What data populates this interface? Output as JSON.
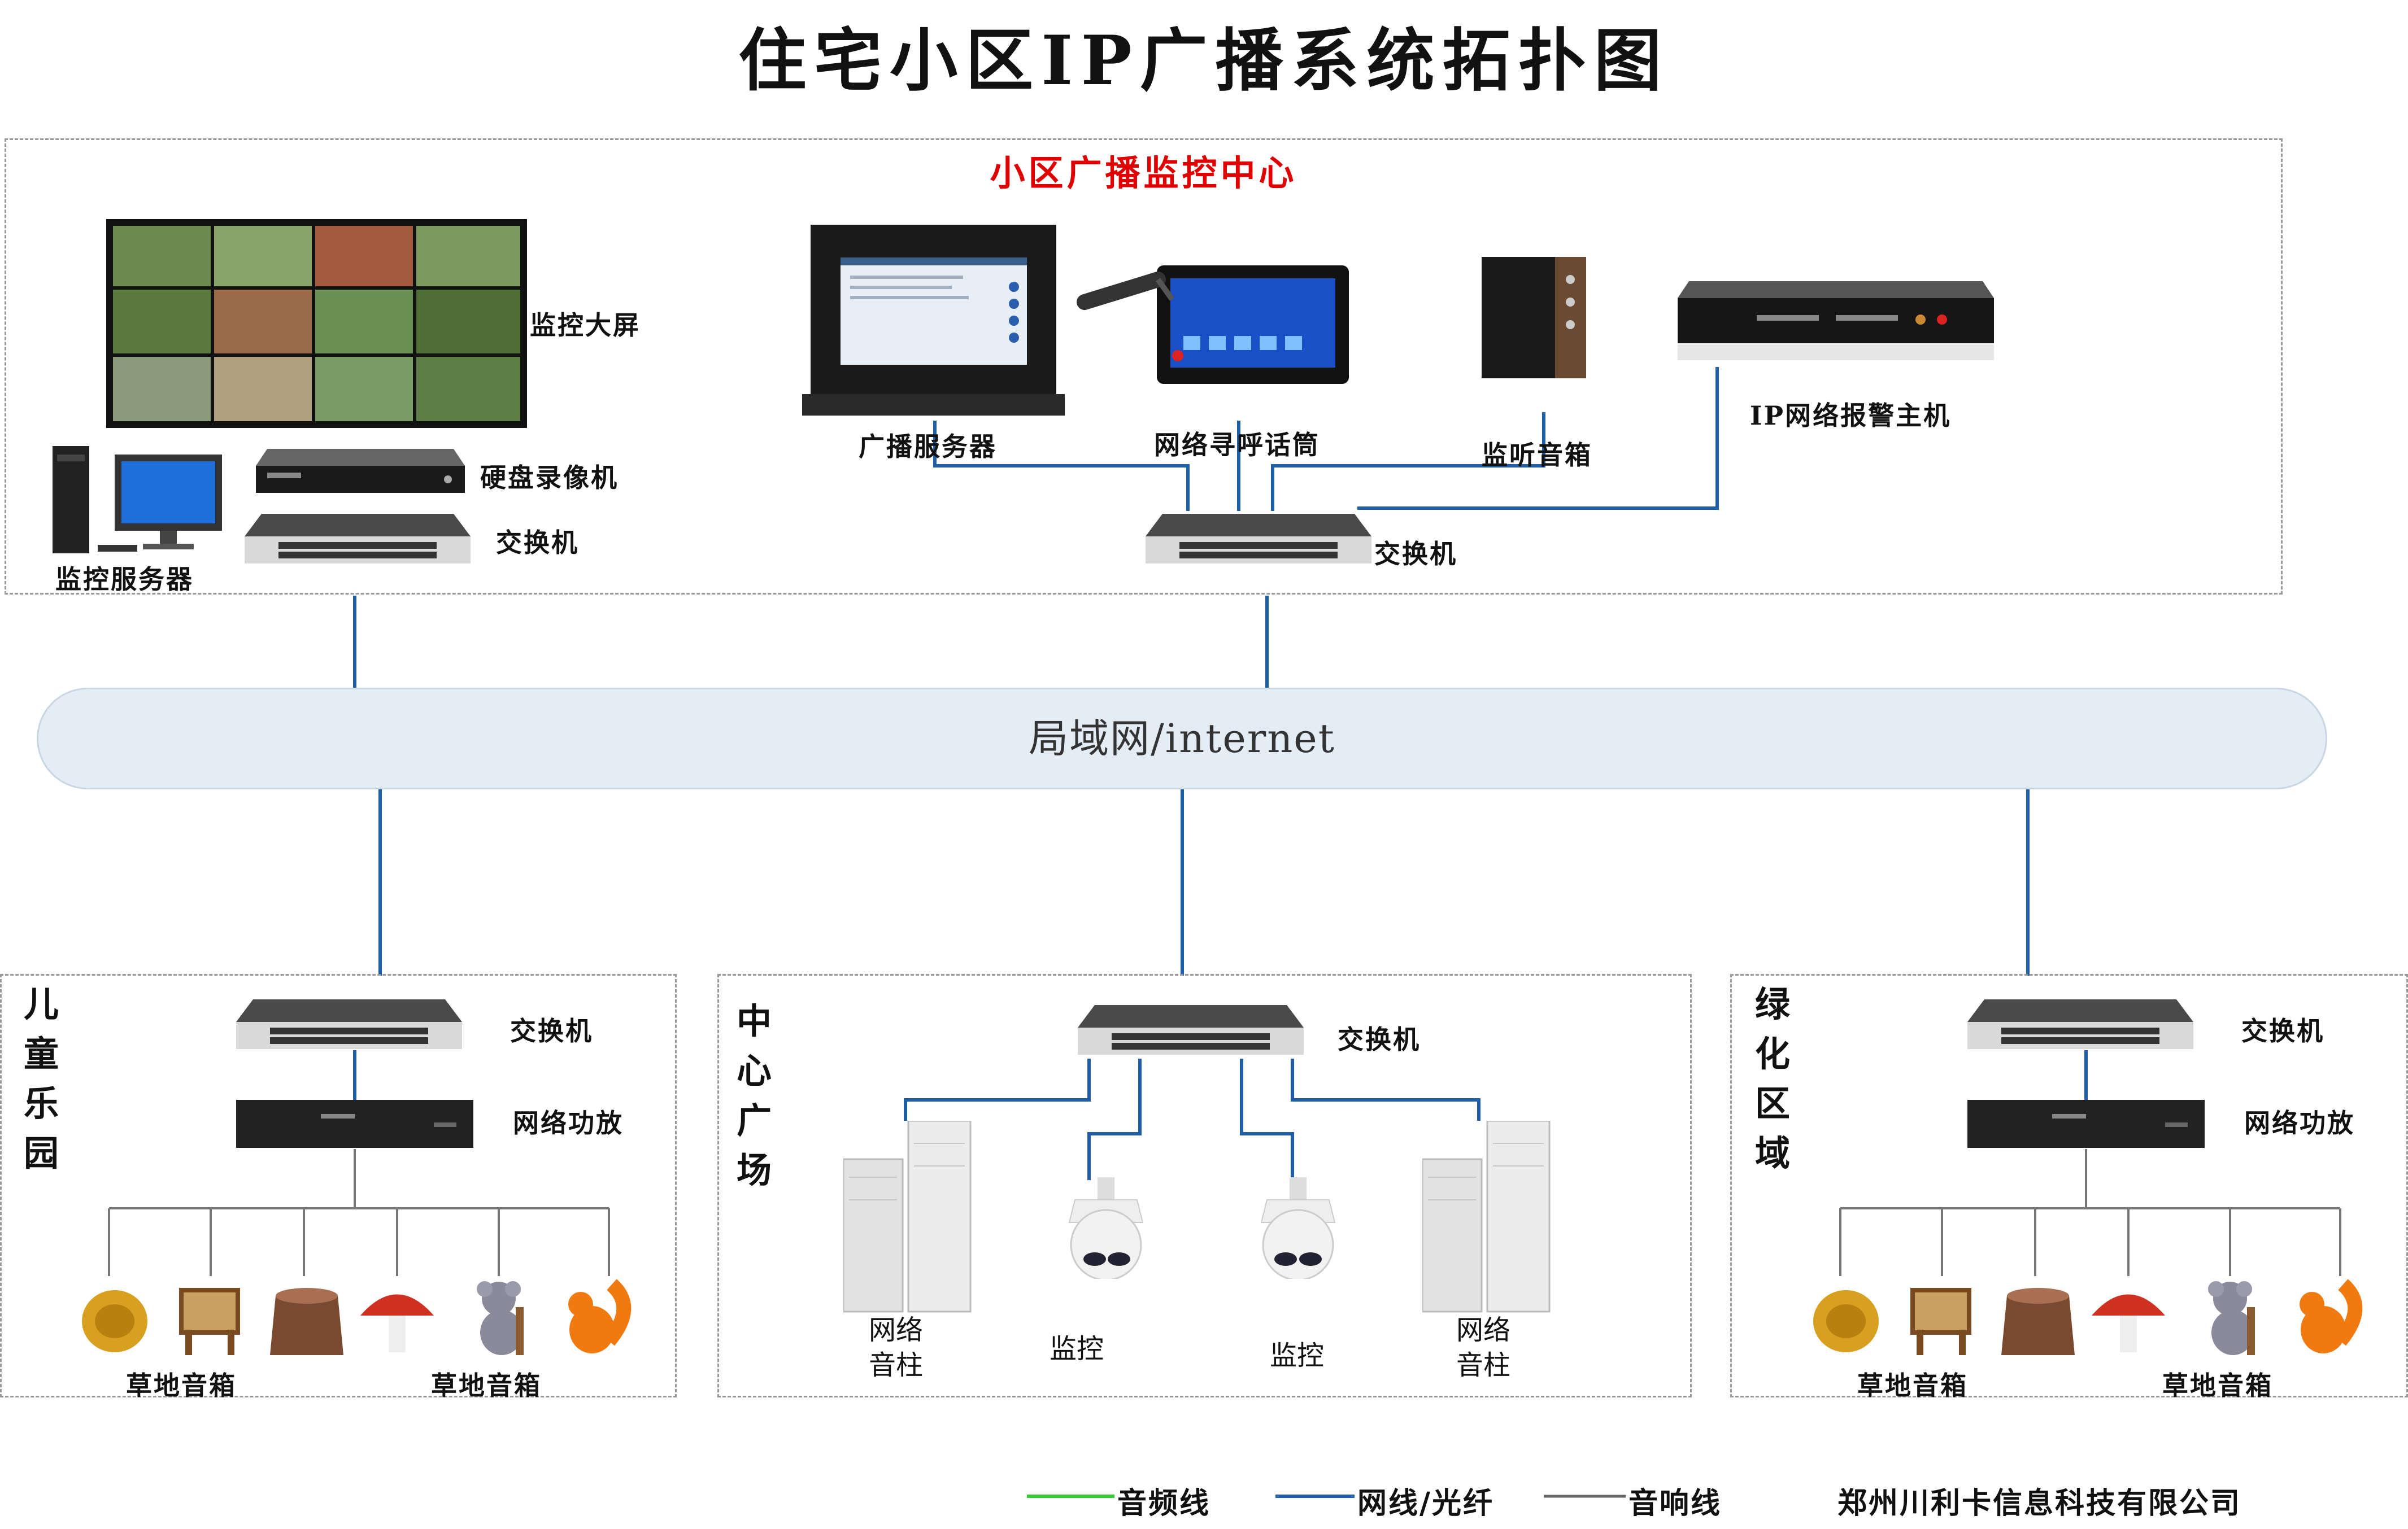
{
  "title": "住宅小区IP广播系统拓扑图",
  "center": {
    "title": "小区广播监控中心",
    "labels": {
      "big_screen": "监控大屏",
      "dvr": "硬盘录像机",
      "switch_left": "交换机",
      "server": "监控服务器",
      "broadcast_server": "广播服务器",
      "paging_mic": "网络寻呼话筒",
      "monitor_speaker": "监听音箱",
      "alarm_host": "IP网络报警主机",
      "switch_center": "交换机"
    }
  },
  "lan": {
    "label": "局域网/internet"
  },
  "zones": {
    "playground": {
      "title": "儿童乐园",
      "switch": "交换机",
      "amp": "网络功放",
      "speaker_label_1": "草地音箱",
      "speaker_label_2": "草地音箱"
    },
    "plaza": {
      "title": "中心广场",
      "switch": "交换机",
      "column_left": "网络\n音柱",
      "camera_left": "监控",
      "camera_right": "监控",
      "column_right": "网络\n音柱"
    },
    "green": {
      "title": "绿化区域",
      "switch": "交换机",
      "amp": "网络功放",
      "speaker_label_1": "草地音箱",
      "speaker_label_2": "草地音箱"
    }
  },
  "legend": {
    "audio_line": "音频线",
    "network_line": "网线/光纤",
    "speaker_line": "音响线",
    "company": "郑州川利卡信息科技有限公司"
  },
  "colors": {
    "network": "#1f5fa8",
    "audio": "#33cc33",
    "speaker_wire": "#666666",
    "title_red": "#e00000"
  }
}
